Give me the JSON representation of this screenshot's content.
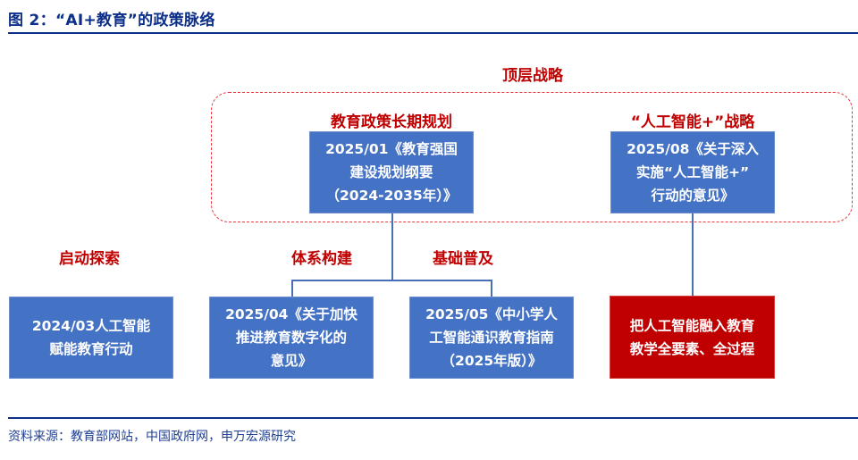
{
  "figure": {
    "title": "图 2：“AI+教育”的政策脉络",
    "source": "资料来源：教育部网站，中国政府网，申万宏源研究"
  },
  "colors": {
    "title_blue": "#0c2f8a",
    "box_blue": "#4472c4",
    "box_red": "#c00000",
    "label_red": "#c00000",
    "dash_red": "#e8353b",
    "connector": "#4a6fb5"
  },
  "diagram": {
    "top_group_label": "顶层战略",
    "labels": {
      "long_term": "教育政策长期规划",
      "ai_plus": "“人工智能+”战略",
      "start": "启动探索",
      "system": "体系构建",
      "basic": "基础普及"
    },
    "nodes": {
      "n2025_01": "2025/01《教育强国建设规划纲要（2024-2035年）》",
      "n2025_08": "2025/08《关于深入实施“人工智能+”行动的意见》",
      "n2024_03": "2024/03人工智能赋能教育行动",
      "n2025_04": "2025/04《关于加快推进教育数字化的意见》",
      "n2025_05": "2025/05《中小学人工智能通识教育指南（2025年版）》",
      "goal": "把人工智能融入教育教学全要素、全过程"
    },
    "node_lines": {
      "n2025_01": [
        "2025/01《教育强国",
        "建设规划纲要",
        "（2024-2035年）》"
      ],
      "n2025_08": [
        "2025/08《关于深入",
        "实施“人工智能+”",
        "行动的意见》"
      ],
      "n2024_03": [
        "2024/03人工智能",
        "赋能教育行动"
      ],
      "n2025_04": [
        "2025/04《关于加快",
        "推进教育数字化的",
        "意见》"
      ],
      "n2025_05": [
        "2025/05《中小学人",
        "工智能通识教育指南",
        "（2025年版）》"
      ],
      "goal": [
        "把人工智能融入教育",
        "教学全要素、全过程"
      ]
    },
    "edges": [
      {
        "from": "n2025_01",
        "to": "n2025_04"
      },
      {
        "from": "n2025_01",
        "to": "n2025_05"
      },
      {
        "from": "n2025_08",
        "to": "goal"
      }
    ]
  }
}
